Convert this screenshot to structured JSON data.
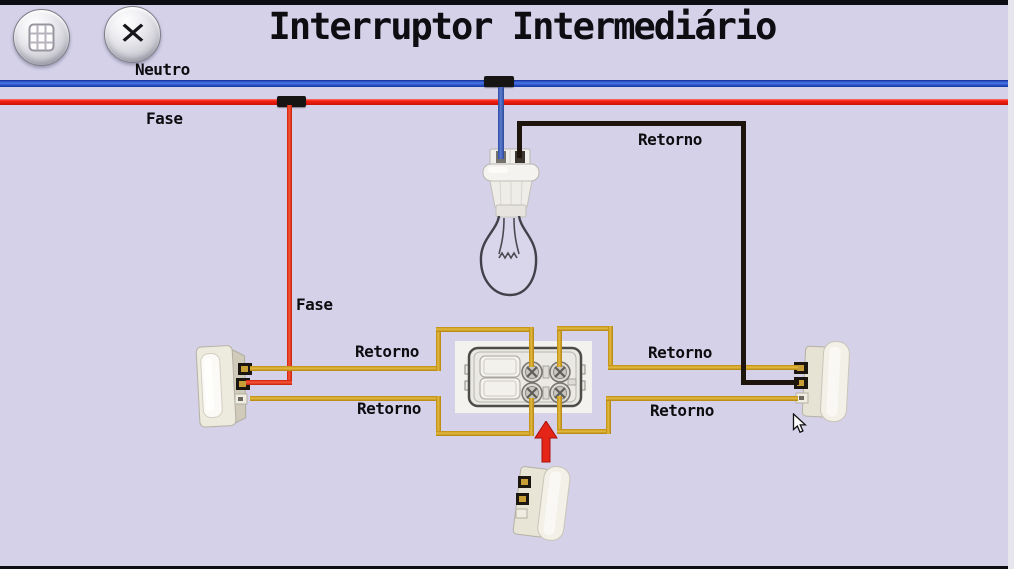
{
  "app": {
    "title": "Interruptor Intermediário"
  },
  "toolbar": {
    "menu_button_icon": "grid-icon",
    "close_button_icon": "close-icon",
    "close_button_glyph": "✕"
  },
  "diagram": {
    "labels": {
      "neutro": "Neutro",
      "fase_main": "Fase",
      "fase_branch": "Fase",
      "retorno_lamp": "Retorno",
      "retorno_left_top": "Retorno",
      "retorno_left_bottom": "Retorno",
      "retorno_right_top": "Retorno",
      "retorno_right_bottom": "Retorno"
    },
    "colors": {
      "background": "#d4d1e9",
      "neutral_wire": "#1d4fd6",
      "phase_wire": "#f2190a",
      "return_wire": "#d9a313",
      "lamp_return_wire": "#1d150c",
      "indicator_arrow": "#e52517",
      "edge_strip": "#e7e6ec",
      "frame_bar": "#0d0d14"
    }
  }
}
